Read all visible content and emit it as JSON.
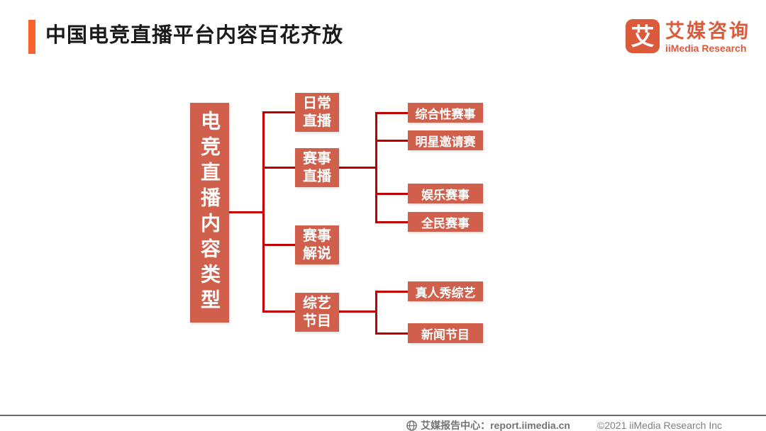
{
  "header": {
    "title": "中国电竞直播平台内容百花齐放"
  },
  "logo": {
    "glyph": "艾",
    "name_cn": "艾媒咨询",
    "name_en": "iiMedia Research"
  },
  "colors": {
    "accent_orange": "#F8622F",
    "logo_orange": "#DB5A3C",
    "node_fill": "#D0604B",
    "connector_red": "#C00000",
    "title_text": "#1A1A1A",
    "footer_gray": "#7F7F7F"
  },
  "diagram": {
    "root_label": "电竞直播内容类型",
    "branches": [
      {
        "label": "日常直播",
        "lines": [
          "日常",
          "直播"
        ],
        "children": []
      },
      {
        "label": "赛事直播",
        "lines": [
          "赛事",
          "直播"
        ],
        "children": [
          "综合性赛事",
          "明星邀请赛",
          "娱乐赛事",
          "全民赛事"
        ]
      },
      {
        "label": "赛事解说",
        "lines": [
          "赛事",
          "解说"
        ],
        "children": []
      },
      {
        "label": "综艺节目",
        "lines": [
          "综艺",
          "节目"
        ],
        "children": [
          "真人秀综艺",
          "新闻节目"
        ]
      }
    ]
  },
  "footer": {
    "report_center": "艾媒报告中心：report.iimedia.cn",
    "copyright": "©2021  iiMedia Research  Inc"
  }
}
